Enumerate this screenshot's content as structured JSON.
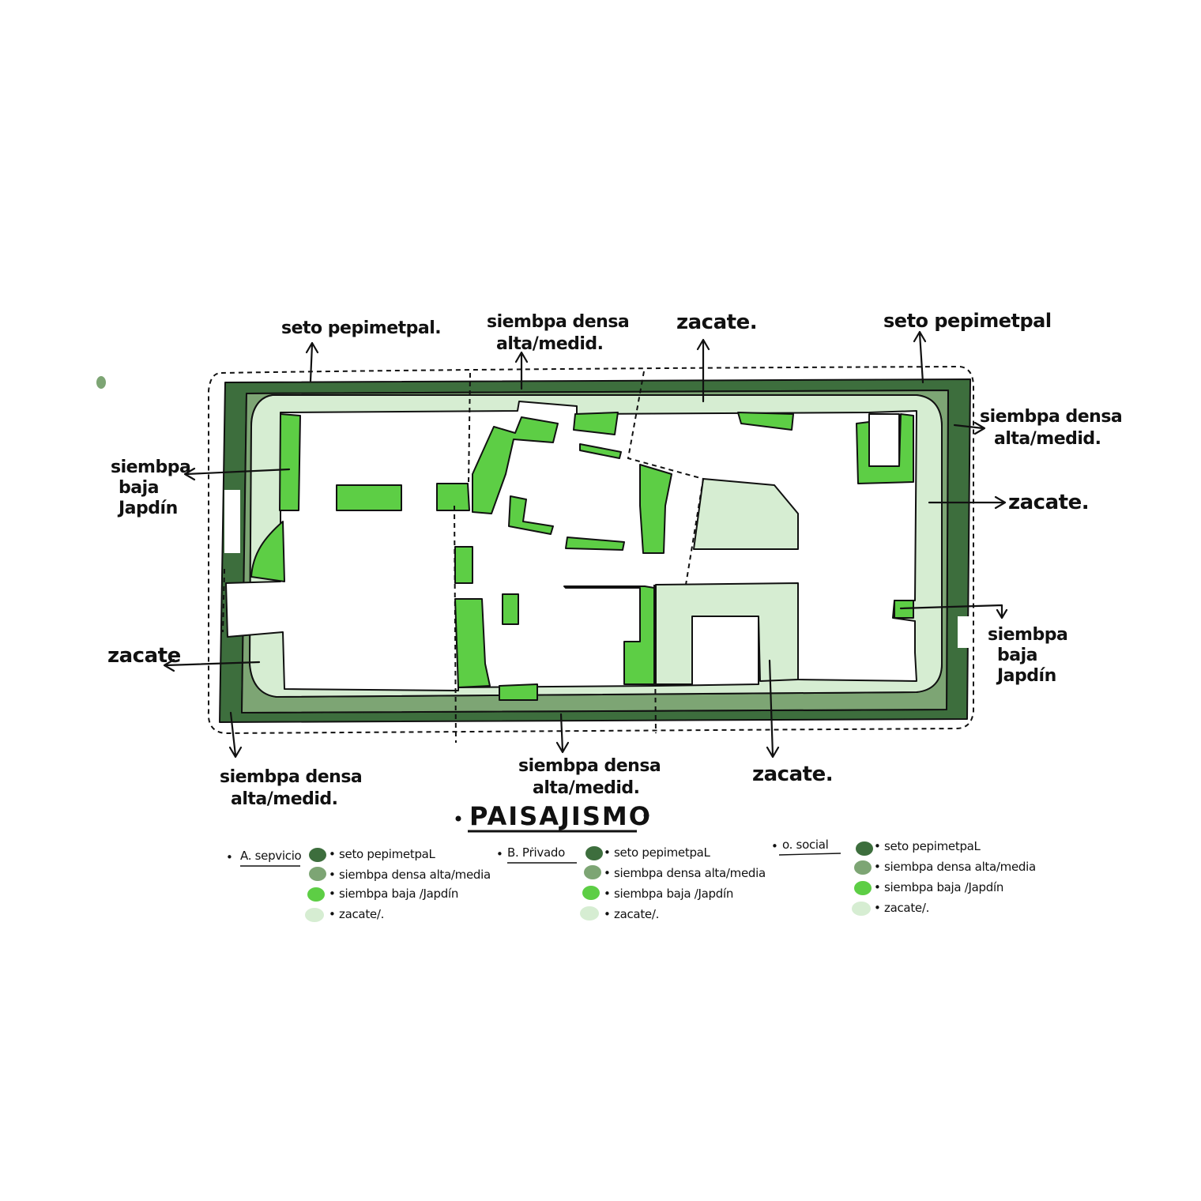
{
  "colors": {
    "seto_perimetral": "#3d6e3d",
    "siembra_densa": "#7da574",
    "siembra_baja": "#5dce45",
    "zacate": "#d6edd2",
    "ink": "#111111"
  },
  "title": "PAISAJISMO",
  "annotations": [
    {
      "id": "top-left-seto",
      "lines": [
        "seto pepimetpal."
      ]
    },
    {
      "id": "top-mid-siembra",
      "lines": [
        "siembpa densa",
        "alta/medid."
      ]
    },
    {
      "id": "top-zacate",
      "lines": [
        "zacate."
      ]
    },
    {
      "id": "top-right-seto",
      "lines": [
        "seto pepimetpal"
      ]
    },
    {
      "id": "right-siembra",
      "lines": [
        "siembpa densa",
        "alta/medid."
      ]
    },
    {
      "id": "right-zacate",
      "lines": [
        "zacate."
      ]
    },
    {
      "id": "right-siembra-baja",
      "lines": [
        "siembpa",
        "baja",
        "Japdín"
      ]
    },
    {
      "id": "left-siembra-baja",
      "lines": [
        "siembpa",
        "baja",
        "Japdín"
      ]
    },
    {
      "id": "left-zacate",
      "lines": [
        "zacate"
      ]
    },
    {
      "id": "bottom-left-siembra",
      "lines": [
        "siembpa densa",
        "alta/medid."
      ]
    },
    {
      "id": "bottom-mid-siembra",
      "lines": [
        "siembpa densa",
        "alta/medid."
      ]
    },
    {
      "id": "bottom-zacate",
      "lines": [
        "zacate."
      ]
    }
  ],
  "legend": [
    {
      "area": "A. sepvicio",
      "items": [
        {
          "label": "• seto pepimetpaL",
          "color_key": "seto_perimetral"
        },
        {
          "label": "• siembpa densa alta/media",
          "color_key": "siembra_densa"
        },
        {
          "label": "• siembpa baja /Japdín",
          "color_key": "siembra_baja"
        },
        {
          "label": "• zacate/.",
          "color_key": "zacate"
        }
      ]
    },
    {
      "area": "B. Pṙivado",
      "items": [
        {
          "label": "• seto pepimetpaL",
          "color_key": "seto_perimetral"
        },
        {
          "label": "• siembpa densa alta/media",
          "color_key": "siembra_densa"
        },
        {
          "label": "• siembpa baja /Japdín",
          "color_key": "siembra_baja"
        },
        {
          "label": "• zacate/.",
          "color_key": "zacate"
        }
      ]
    },
    {
      "area": "o. social",
      "items": [
        {
          "label": "• seto pepimetpaL",
          "color_key": "seto_perimetral"
        },
        {
          "label": "• siembpa densa alta/media",
          "color_key": "siembra_densa"
        },
        {
          "label": "• siembpa baja /Japdín",
          "color_key": "siembra_baja"
        },
        {
          "label": "• zacate/.",
          "color_key": "zacate"
        }
      ]
    }
  ]
}
